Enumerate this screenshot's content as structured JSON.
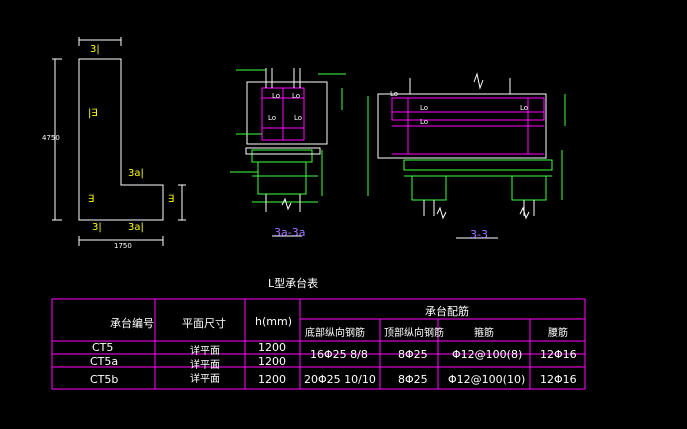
{
  "colors": {
    "background": "#000000",
    "outline": "#ffffff",
    "magenta": "#ff00ff",
    "green": "#3cff3c",
    "yellow": "#ffff00",
    "purple": "#a070ff"
  },
  "plan": {
    "labels": [
      "3|",
      "|∃",
      "3a|",
      "∃",
      "3|",
      "3a|",
      "∃"
    ],
    "dim_left": "4750",
    "dim_bottom": "1750"
  },
  "section_a": {
    "title": "3a-3a",
    "lo_labels": [
      "Lo",
      "Lo",
      "Lo",
      "Lo"
    ]
  },
  "section_b": {
    "title": "3-3",
    "lo_labels": [
      "Lo",
      "Lo",
      "Lo",
      "Lo"
    ]
  },
  "table": {
    "caption": "L型承台表",
    "headers": {
      "id": "承台编号",
      "size": "平面尺寸",
      "h": "h(mm)",
      "reinf": "承台配筋",
      "bottom": "底部纵向钢筋",
      "top": "顶部纵向钢筋",
      "stirrup": "箍筋",
      "side": "腰筋"
    },
    "rows": [
      {
        "id": "CT5",
        "size": "详平面",
        "h": "1200",
        "bottom": "16Φ25  8/8",
        "top": "8Φ25",
        "stirrup": "Φ12@100(8)",
        "side": "12Φ16"
      },
      {
        "id": "CT5a",
        "size": "详平面",
        "h": "1200",
        "bottom": "",
        "top": "",
        "stirrup": "",
        "side": ""
      },
      {
        "id": "CT5b",
        "size": "详平面",
        "h": "1200",
        "bottom": "20Φ25  10/10",
        "top": "8Φ25",
        "stirrup": "Φ12@100(10)",
        "side": "12Φ16"
      }
    ]
  }
}
